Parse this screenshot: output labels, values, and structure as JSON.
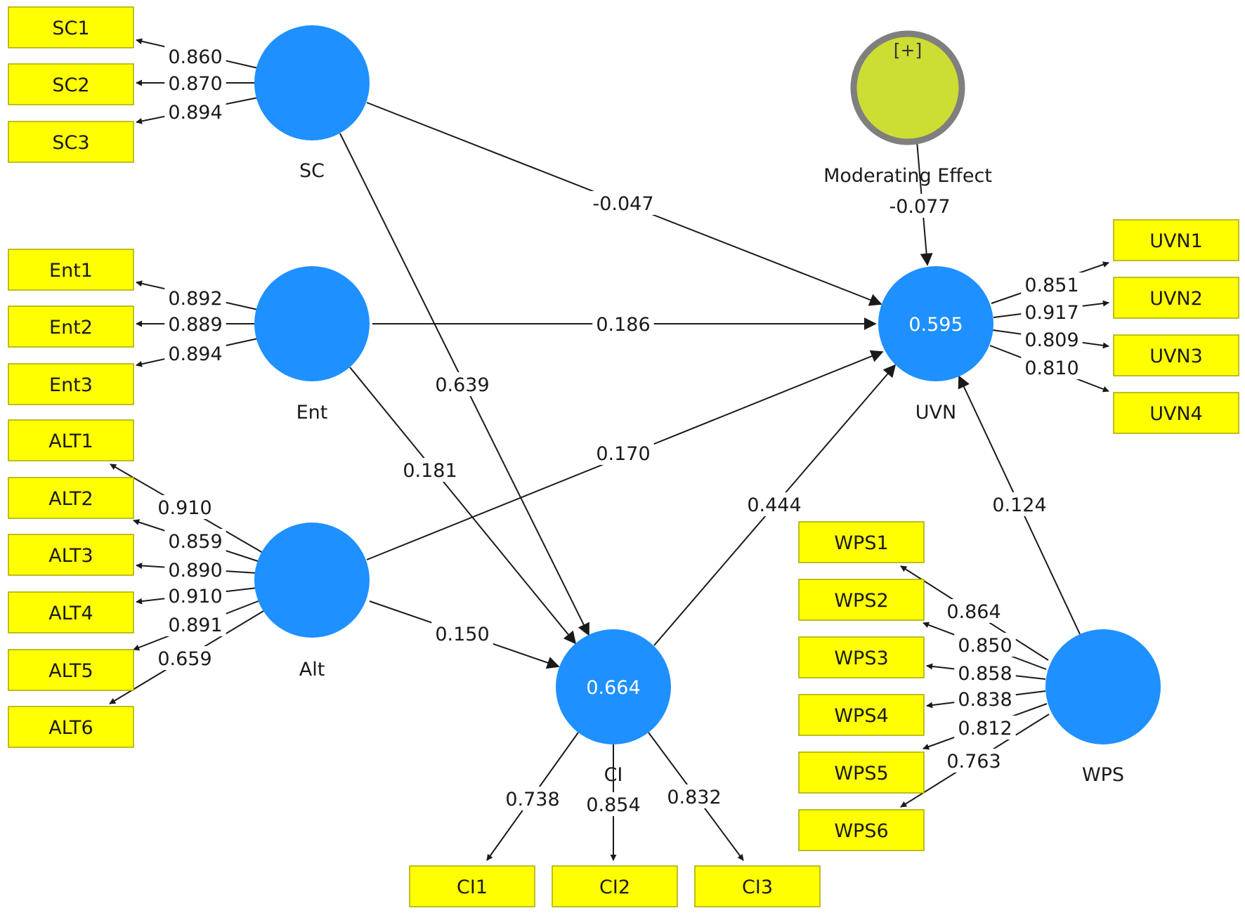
{
  "colors": {
    "latent_fill": "#1e90ff",
    "indicator_fill": "#ffff00",
    "indicator_stroke": "#a8a800",
    "moderator_fill": "#ccdd33",
    "moderator_ring": "#7f7f7f",
    "edge": "#1a1a1a",
    "r2_text": "#ffffff"
  },
  "moderator": {
    "name": "Moderating Effect",
    "marker": "[+]",
    "icon": "expand-plus-icon"
  },
  "latents": [
    {
      "id": "SC",
      "label": "SC",
      "r2": ""
    },
    {
      "id": "Ent",
      "label": "Ent",
      "r2": ""
    },
    {
      "id": "Alt",
      "label": "Alt",
      "r2": ""
    },
    {
      "id": "CI",
      "label": "CI",
      "r2": "0.664"
    },
    {
      "id": "UVN",
      "label": "UVN",
      "r2": "0.595"
    },
    {
      "id": "WPS",
      "label": "WPS",
      "r2": ""
    }
  ],
  "indicators": [
    {
      "id": "SC1",
      "label": "SC1"
    },
    {
      "id": "SC2",
      "label": "SC2"
    },
    {
      "id": "SC3",
      "label": "SC3"
    },
    {
      "id": "Ent1",
      "label": "Ent1"
    },
    {
      "id": "Ent2",
      "label": "Ent2"
    },
    {
      "id": "Ent3",
      "label": "Ent3"
    },
    {
      "id": "ALT1",
      "label": "ALT1"
    },
    {
      "id": "ALT2",
      "label": "ALT2"
    },
    {
      "id": "ALT3",
      "label": "ALT3"
    },
    {
      "id": "ALT4",
      "label": "ALT4"
    },
    {
      "id": "ALT5",
      "label": "ALT5"
    },
    {
      "id": "ALT6",
      "label": "ALT6"
    },
    {
      "id": "UVN1",
      "label": "UVN1"
    },
    {
      "id": "UVN2",
      "label": "UVN2"
    },
    {
      "id": "UVN3",
      "label": "UVN3"
    },
    {
      "id": "UVN4",
      "label": "UVN4"
    },
    {
      "id": "WPS1",
      "label": "WPS1"
    },
    {
      "id": "WPS2",
      "label": "WPS2"
    },
    {
      "id": "WPS3",
      "label": "WPS3"
    },
    {
      "id": "WPS4",
      "label": "WPS4"
    },
    {
      "id": "WPS5",
      "label": "WPS5"
    },
    {
      "id": "WPS6",
      "label": "WPS6"
    },
    {
      "id": "CI1",
      "label": "CI1"
    },
    {
      "id": "CI2",
      "label": "CI2"
    },
    {
      "id": "CI3",
      "label": "CI3"
    }
  ],
  "loadings": [
    {
      "from": "SC",
      "to": "SC1",
      "value": "0.860"
    },
    {
      "from": "SC",
      "to": "SC2",
      "value": "0.870"
    },
    {
      "from": "SC",
      "to": "SC3",
      "value": "0.894"
    },
    {
      "from": "Ent",
      "to": "Ent1",
      "value": "0.892"
    },
    {
      "from": "Ent",
      "to": "Ent2",
      "value": "0.889"
    },
    {
      "from": "Ent",
      "to": "Ent3",
      "value": "0.894"
    },
    {
      "from": "Alt",
      "to": "ALT1",
      "value": "0.910"
    },
    {
      "from": "Alt",
      "to": "ALT2",
      "value": "0.859"
    },
    {
      "from": "Alt",
      "to": "ALT3",
      "value": "0.890"
    },
    {
      "from": "Alt",
      "to": "ALT4",
      "value": "0.910"
    },
    {
      "from": "Alt",
      "to": "ALT5",
      "value": "0.891"
    },
    {
      "from": "Alt",
      "to": "ALT6",
      "value": "0.659"
    },
    {
      "from": "UVN",
      "to": "UVN1",
      "value": "0.851"
    },
    {
      "from": "UVN",
      "to": "UVN2",
      "value": "0.917"
    },
    {
      "from": "UVN",
      "to": "UVN3",
      "value": "0.809"
    },
    {
      "from": "UVN",
      "to": "UVN4",
      "value": "0.810"
    },
    {
      "from": "WPS",
      "to": "WPS1",
      "value": "0.864"
    },
    {
      "from": "WPS",
      "to": "WPS2",
      "value": "0.850"
    },
    {
      "from": "WPS",
      "to": "WPS3",
      "value": "0.858"
    },
    {
      "from": "WPS",
      "to": "WPS4",
      "value": "0.838"
    },
    {
      "from": "WPS",
      "to": "WPS5",
      "value": "0.812"
    },
    {
      "from": "WPS",
      "to": "WPS6",
      "value": "0.763"
    },
    {
      "from": "CI",
      "to": "CI1",
      "value": "0.738"
    },
    {
      "from": "CI",
      "to": "CI2",
      "value": "0.854"
    },
    {
      "from": "CI",
      "to": "CI3",
      "value": "0.832"
    }
  ],
  "paths": [
    {
      "from": "SC",
      "to": "UVN",
      "value": "-0.047"
    },
    {
      "from": "SC",
      "to": "CI",
      "value": "0.639"
    },
    {
      "from": "Ent",
      "to": "UVN",
      "value": "0.186"
    },
    {
      "from": "Ent",
      "to": "CI",
      "value": "0.181"
    },
    {
      "from": "Alt",
      "to": "UVN",
      "value": "0.170"
    },
    {
      "from": "Alt",
      "to": "CI",
      "value": "0.150"
    },
    {
      "from": "CI",
      "to": "UVN",
      "value": "0.444"
    },
    {
      "from": "WPS",
      "to": "UVN",
      "value": "0.124"
    },
    {
      "from": "MOD",
      "to": "UVN",
      "value": "-0.077"
    }
  ]
}
